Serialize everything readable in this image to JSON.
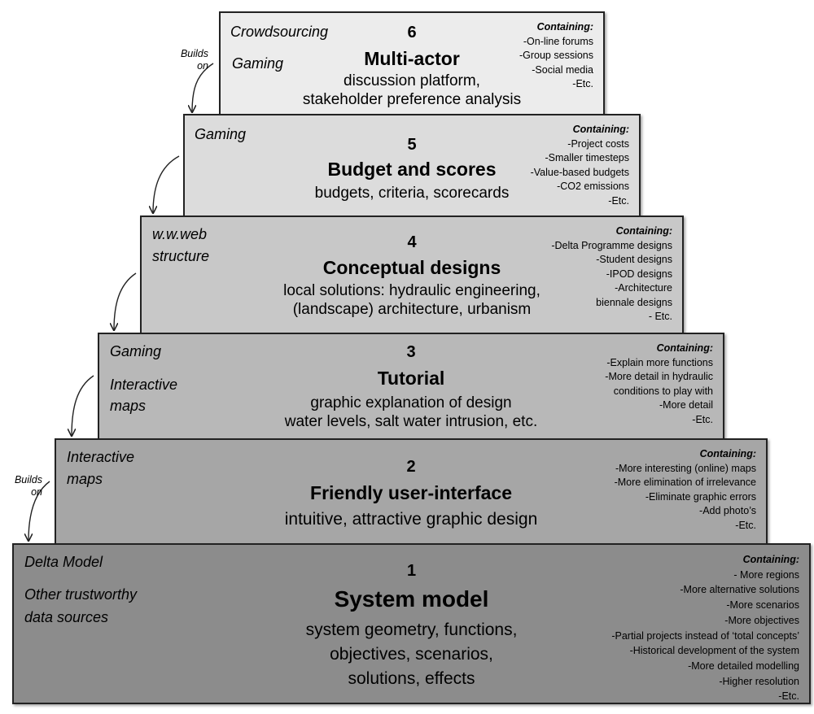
{
  "side_label": "Builds on",
  "containing_label": "Containing:",
  "tiers": {
    "t6": {
      "number": "6",
      "title": "Multi-actor",
      "desc": [
        "discussion platform,",
        "stakeholder preference analysis"
      ],
      "sources": [
        "Crowdsourcing",
        "Gaming"
      ],
      "items": [
        "-On-line forums",
        "-Group sessions",
        "-Social media",
        "-Etc."
      ]
    },
    "t5": {
      "number": "5",
      "title": "Budget and scores",
      "desc": [
        "budgets, criteria, scorecards"
      ],
      "sources": [
        "Gaming"
      ],
      "items": [
        "-Project costs",
        "-Smaller timesteps",
        "-Value-based budgets",
        "-CO2 emissions",
        "-Etc."
      ]
    },
    "t4": {
      "number": "4",
      "title": "Conceptual designs",
      "desc": [
        "local solutions: hydraulic engineering,",
        "(landscape) architecture, urbanism"
      ],
      "sources": [
        "w.w.web",
        "structure"
      ],
      "items": [
        "-Delta Programme designs",
        "-Student designs",
        "-IPOD designs",
        "-Architecture",
        "biennale designs",
        "- Etc."
      ]
    },
    "t3": {
      "number": "3",
      "title": "Tutorial",
      "desc": [
        "graphic explanation of design",
        "water levels, salt water intrusion, etc."
      ],
      "sources": [
        "Gaming",
        "Interactive",
        "maps"
      ],
      "items": [
        "-Explain more functions",
        "-More detail in hydraulic",
        "conditions to play with",
        "-More detail",
        "-Etc."
      ]
    },
    "t2": {
      "number": "2",
      "title": "Friendly user-interface",
      "desc": [
        "intuitive, attractive graphic design"
      ],
      "sources": [
        "Interactive",
        "maps"
      ],
      "items": [
        "-More interesting (online) maps",
        "-More elimination of irrelevance",
        "-Eliminate graphic errors",
        "-Add photo’s",
        "-Etc."
      ]
    },
    "t1": {
      "number": "1",
      "title": "System model",
      "desc": [
        "system geometry, functions,",
        "objectives, scenarios,",
        "solutions, effects"
      ],
      "sources": [
        "Delta Model",
        "Other trustworthy",
        "data sources"
      ],
      "items": [
        "- More regions",
        "-More alternative solutions",
        "-More scenarios",
        "-More objectives",
        "-Partial projects instead of ‘total concepts’",
        "-Historical development of the system",
        "-More detailed modelling",
        "-Higher resolution",
        "-Etc."
      ]
    }
  }
}
